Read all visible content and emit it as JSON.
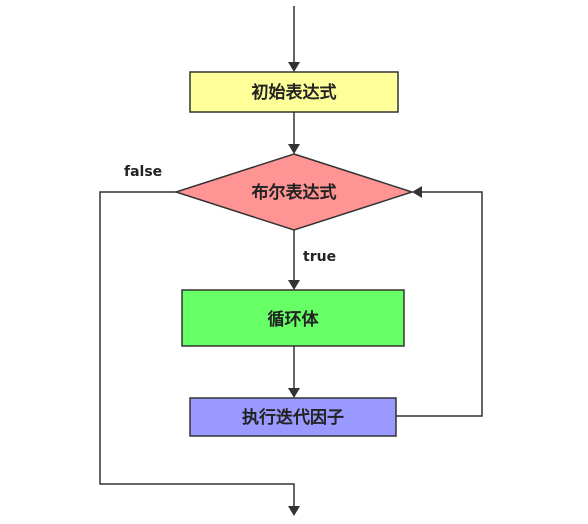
{
  "nodes": {
    "init": {
      "label": "初始表达式",
      "color": "#ffff99"
    },
    "condition": {
      "label": "布尔表达式",
      "color": "#ff9494"
    },
    "body": {
      "label": "循环体",
      "color": "#66ff66"
    },
    "iterate": {
      "label": "执行迭代因子",
      "color": "#9999ff"
    }
  },
  "edges": {
    "false_label": "false",
    "true_label": "true"
  },
  "colors": {
    "line": "#333333",
    "text": "#222222"
  }
}
